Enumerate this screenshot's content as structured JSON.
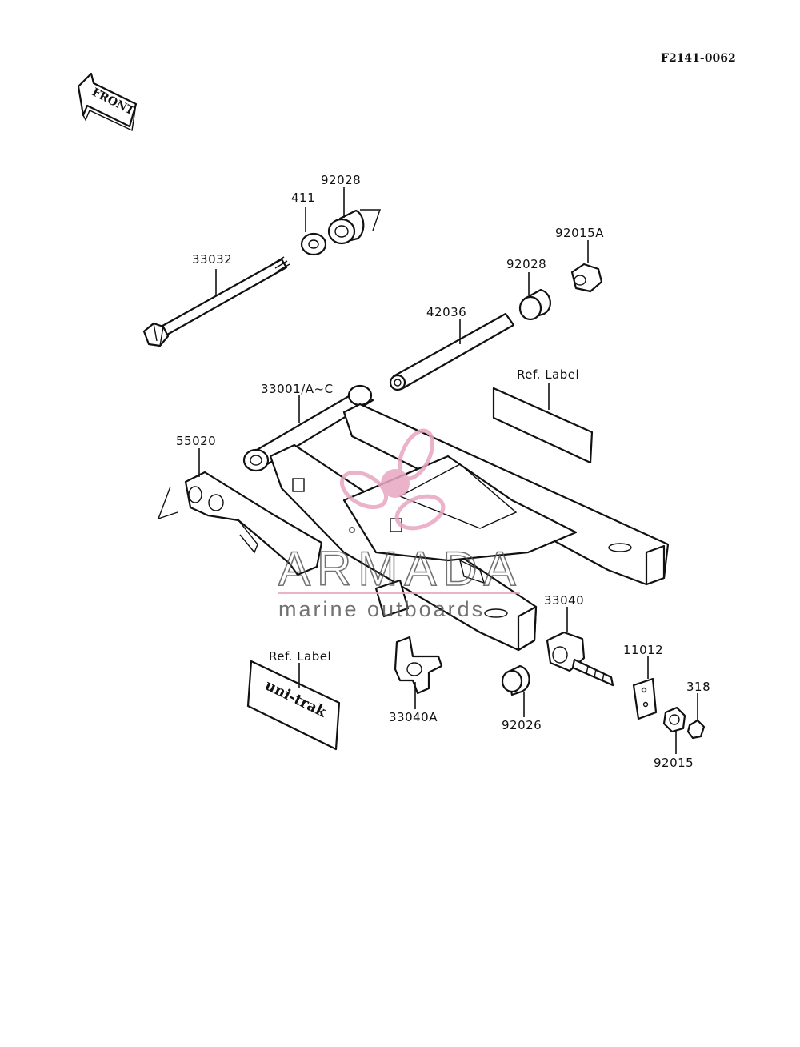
{
  "diagram_code": "F2141-0062",
  "front_arrow_text": "FRONT",
  "part_labels": {
    "p411": "411",
    "p92028_top": "92028",
    "p33032": "33032",
    "p92015A": "92015A",
    "p92028_mid": "92028",
    "p42036": "42036",
    "ref_label_top": "Ref. Label",
    "p33001": "33001/A~C",
    "p55020": "55020",
    "p33040": "33040",
    "p11012": "11012",
    "p318": "318",
    "ref_label_bottom": "Ref. Label",
    "p33040A": "33040A",
    "p92026": "92026",
    "p92015": "92015"
  },
  "decal_text": "uni-trak",
  "watermark": {
    "brand": "ARMADA",
    "tagline": "marine outboards",
    "brand_color": "#5a5a5a",
    "accent_color": "#e8a6c0"
  }
}
